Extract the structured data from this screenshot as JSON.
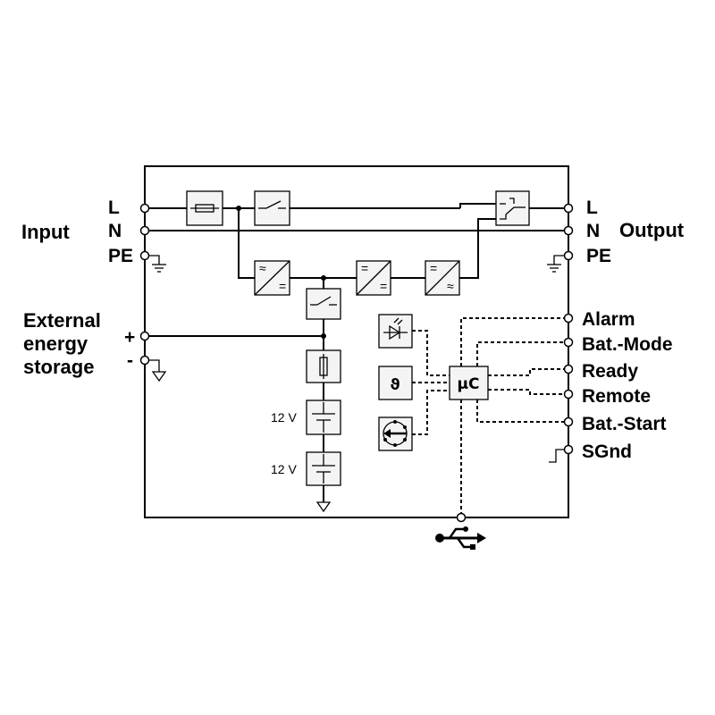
{
  "input": {
    "title": "Input",
    "l": "L",
    "n": "N",
    "pe": "PE"
  },
  "output": {
    "title": "Output",
    "l": "L",
    "n": "N",
    "pe": "PE"
  },
  "external": {
    "line1": "External",
    "line2": "energy",
    "line3": "storage",
    "plus": "+",
    "minus": "-"
  },
  "batteries": {
    "cell1": "12 V",
    "cell2": "12 V"
  },
  "controller": {
    "label": "µC"
  },
  "signals": {
    "alarm": "Alarm",
    "bat_mode": "Bat.-Mode",
    "ready": "Ready",
    "remote": "Remote",
    "bat_start": "Bat.-Start",
    "sgnd": "SGnd"
  },
  "icons": {
    "temperature_symbol": "ϑ",
    "usb": "usb-icon",
    "led": "led-icon",
    "button": "pushbutton-icon"
  }
}
